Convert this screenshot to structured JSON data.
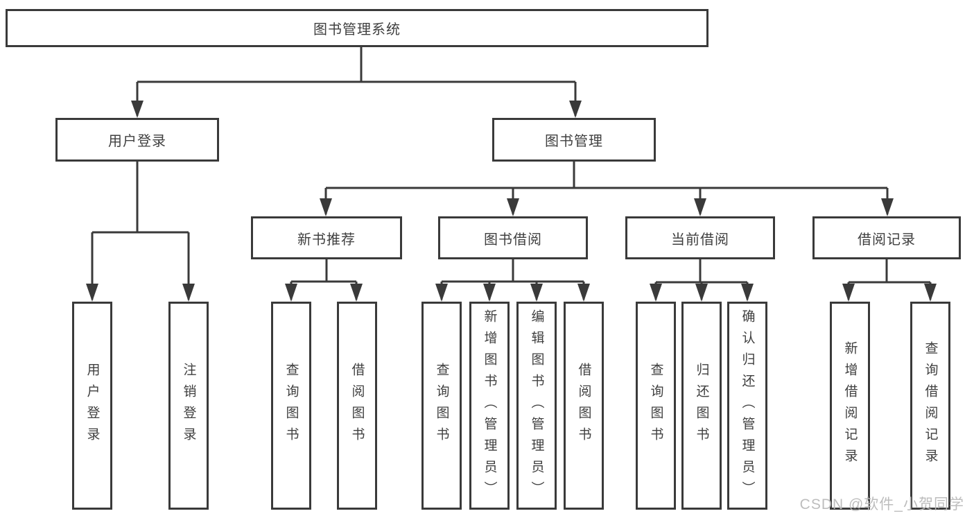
{
  "tree": {
    "label": "图书管理系统",
    "children": [
      {
        "label": "用户登录",
        "children": [
          {
            "label": "用户登录"
          },
          {
            "label": "注销登录"
          }
        ]
      },
      {
        "label": "图书管理",
        "children": [
          {
            "label": "新书推荐",
            "children": [
              {
                "label": "查询图书"
              },
              {
                "label": "借阅图书"
              }
            ]
          },
          {
            "label": "图书借阅",
            "children": [
              {
                "label": "查询图书"
              },
              {
                "label": "新增图书（管理员）"
              },
              {
                "label": "编辑图书（管理员）"
              },
              {
                "label": "借阅图书"
              }
            ]
          },
          {
            "label": "当前借阅",
            "children": [
              {
                "label": "查询图书"
              },
              {
                "label": "归还图书"
              },
              {
                "label": "确认归还（管理员）"
              }
            ]
          },
          {
            "label": "借阅记录",
            "children": [
              {
                "label": "新增借阅记录"
              },
              {
                "label": "查询借阅记录"
              }
            ]
          }
        ]
      }
    ]
  },
  "watermark": "CSDN @软件_小贺同学",
  "colors": {
    "line": "#3a3a3a",
    "text": "#3f3f3f",
    "watermark": "#b9b9b9"
  }
}
